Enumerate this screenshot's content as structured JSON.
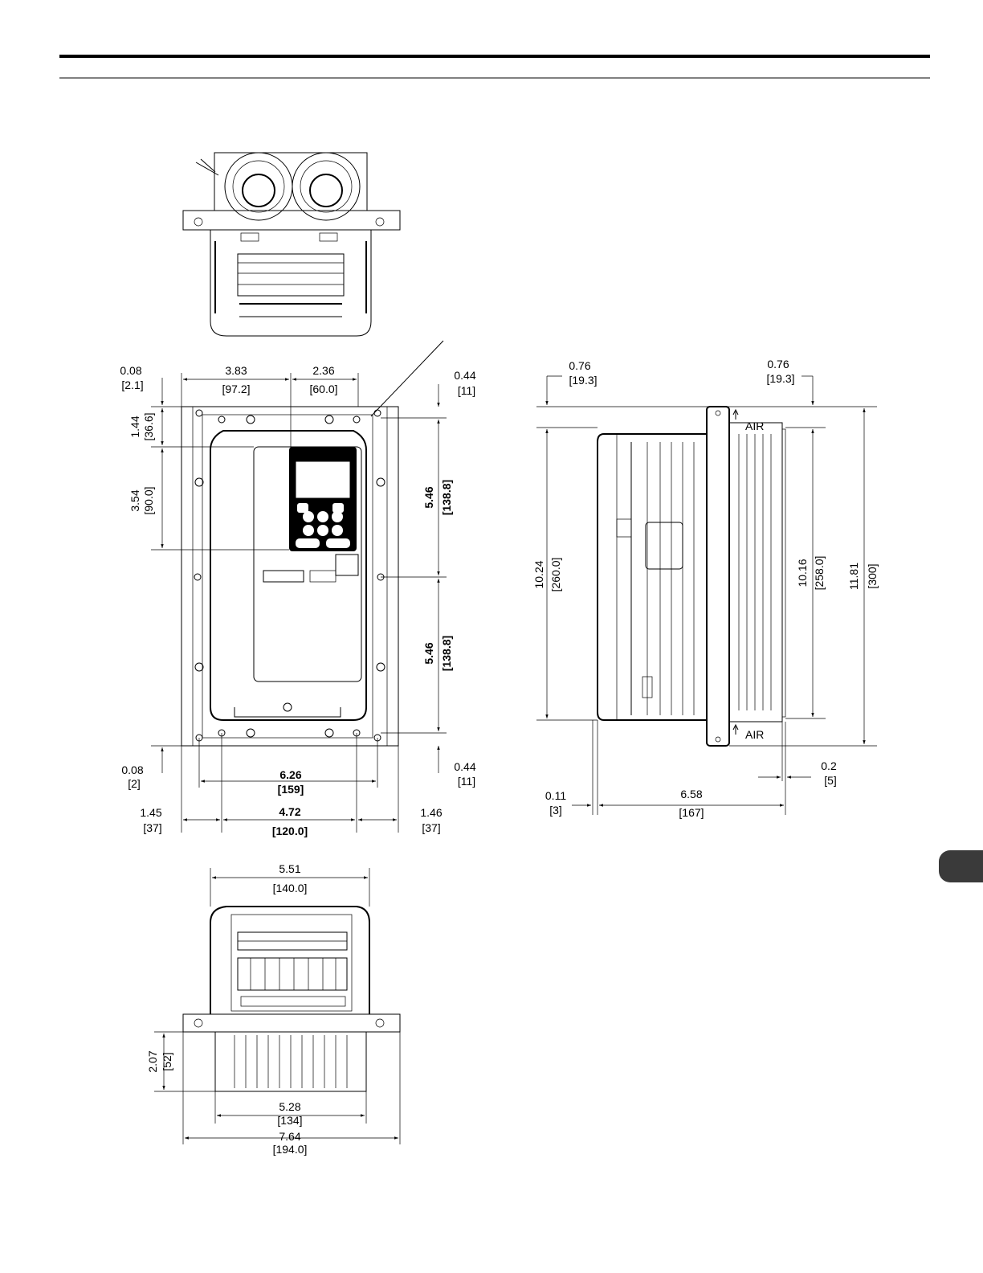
{
  "front_view": {
    "offset_top": {
      "in": "0.08",
      "mm": "[2.1]"
    },
    "offset_bottom": {
      "in": "0.08",
      "mm": "[2]"
    },
    "width_left": {
      "in": "3.83",
      "mm": "[97.2]"
    },
    "width_right": {
      "in": "2.36",
      "mm": "[60.0]"
    },
    "top_margin_right": {
      "in": "0.44",
      "mm": "[11]"
    },
    "bottom_margin_right": {
      "in": "0.44",
      "mm": "[11]"
    },
    "height_top": {
      "in": "1.44",
      "mm": "[36.6]"
    },
    "height_upper": {
      "in": "3.54",
      "mm": "[90.0]"
    },
    "height_half_upper": {
      "in": "5.46",
      "mm": "[138.8]"
    },
    "height_half_lower": {
      "in": "5.46",
      "mm": "[138.8]"
    },
    "mount_width": {
      "in": "6.26",
      "mm": "[159]"
    },
    "hole_pitch": {
      "in": "4.72",
      "mm": "[120.0]"
    },
    "side_left": {
      "in": "1.45",
      "mm": "[37]"
    },
    "side_right": {
      "in": "1.46",
      "mm": "[37]"
    }
  },
  "side_view": {
    "top_left": {
      "in": "0.76",
      "mm": "[19.3]"
    },
    "top_right": {
      "in": "0.76",
      "mm": "[19.3]"
    },
    "height_body": {
      "in": "10.24",
      "mm": "[260.0]"
    },
    "height_fins": {
      "in": "10.16",
      "mm": "[258.0]"
    },
    "height_total": {
      "in": "11.81",
      "mm": "[300]"
    },
    "air_top": "AIR",
    "air_bottom": "AIR",
    "flange_gap": {
      "in": "0.2",
      "mm": "[5]"
    },
    "rear_offset": {
      "in": "0.11",
      "mm": "[3]"
    },
    "depth": {
      "in": "6.58",
      "mm": "[167]"
    }
  },
  "bottom_view": {
    "body_width": {
      "in": "5.51",
      "mm": "[140.0]"
    },
    "fin_depth": {
      "in": "2.07",
      "mm": "[52]"
    },
    "fin_width": {
      "in": "5.28",
      "mm": "[134]"
    },
    "total_width": {
      "in": "7.64",
      "mm": "[194.0]"
    }
  }
}
